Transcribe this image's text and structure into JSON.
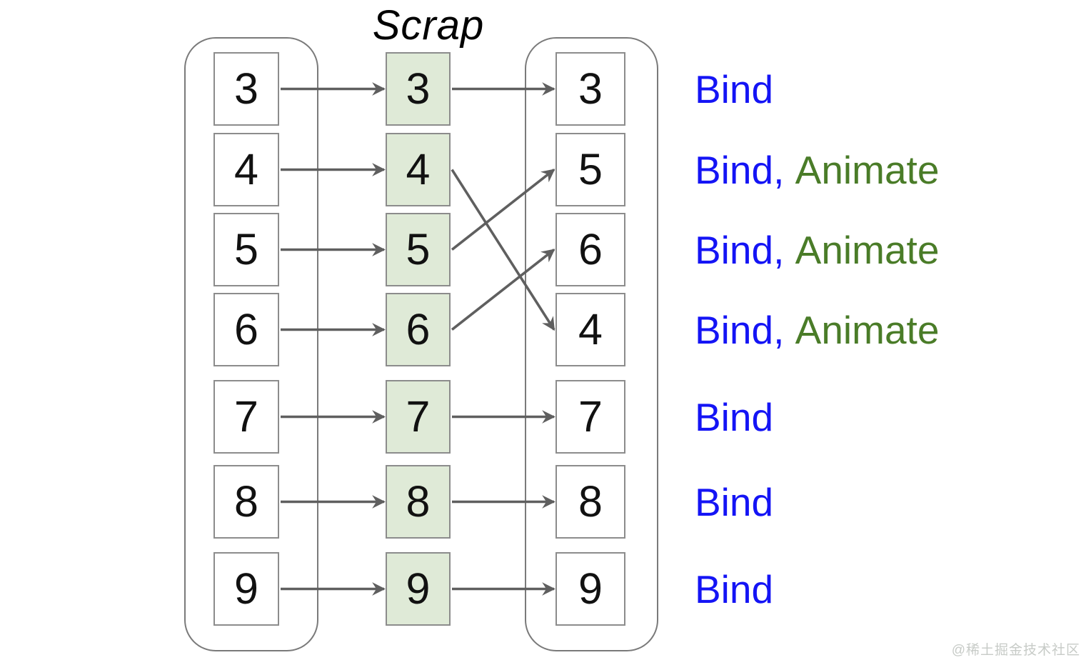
{
  "title": "Scrap",
  "watermark": "@稀土掘金技术社区",
  "columns": {
    "left": {
      "items": [
        "3",
        "4",
        "5",
        "6",
        "7",
        "8",
        "9"
      ]
    },
    "scrap": {
      "items": [
        "3",
        "4",
        "5",
        "6",
        "7",
        "8",
        "9"
      ]
    },
    "right": {
      "items": [
        "3",
        "5",
        "6",
        "4",
        "7",
        "8",
        "9"
      ]
    }
  },
  "links": {
    "left_to_scrap": [
      [
        0,
        0
      ],
      [
        1,
        1
      ],
      [
        2,
        2
      ],
      [
        3,
        3
      ],
      [
        4,
        4
      ],
      [
        5,
        5
      ],
      [
        6,
        6
      ]
    ],
    "scrap_to_right": [
      [
        0,
        0
      ],
      [
        1,
        3
      ],
      [
        2,
        1
      ],
      [
        3,
        2
      ],
      [
        4,
        4
      ],
      [
        5,
        5
      ],
      [
        6,
        6
      ]
    ]
  },
  "annotations": [
    {
      "segments": [
        {
          "text": "Bind",
          "color": "blue"
        }
      ]
    },
    {
      "segments": [
        {
          "text": "Bind, ",
          "color": "blue"
        },
        {
          "text": "Animate",
          "color": "green"
        }
      ]
    },
    {
      "segments": [
        {
          "text": "Bind, ",
          "color": "blue"
        },
        {
          "text": "Animate",
          "color": "green"
        }
      ]
    },
    {
      "segments": [
        {
          "text": "Bind, ",
          "color": "blue"
        },
        {
          "text": "Animate",
          "color": "green"
        }
      ]
    },
    {
      "segments": [
        {
          "text": "Bind",
          "color": "blue"
        }
      ]
    },
    {
      "segments": [
        {
          "text": "Bind",
          "color": "blue"
        }
      ]
    },
    {
      "segments": [
        {
          "text": "Bind",
          "color": "blue"
        }
      ]
    }
  ],
  "colors": {
    "blue": "#1414f5",
    "green": "#4a7c28",
    "scrap_fill": "#dfead7",
    "arrow": "#5f5f5f",
    "box_border": "#8c8c8c",
    "container_border": "#7a7a7a",
    "number": "#111111",
    "title": "#000000",
    "watermark": "#c7cbc7"
  }
}
